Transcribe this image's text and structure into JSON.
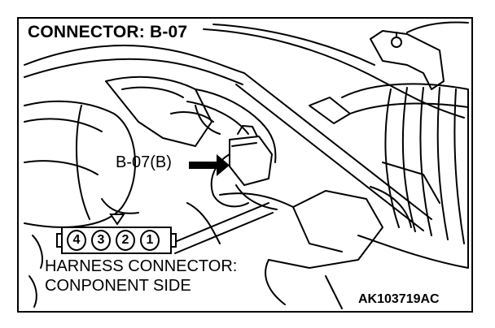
{
  "title": "CONNECTOR: B-07",
  "connector_label": "B-07(B)",
  "caption": {
    "line1": "HARNESS CONNECTOR:",
    "line2": "CONPONENT SIDE"
  },
  "figure_code": "AK103719AC",
  "pins": [
    "4",
    "3",
    "2",
    "1"
  ],
  "colors": {
    "ink": "#000000",
    "background": "#ffffff"
  }
}
